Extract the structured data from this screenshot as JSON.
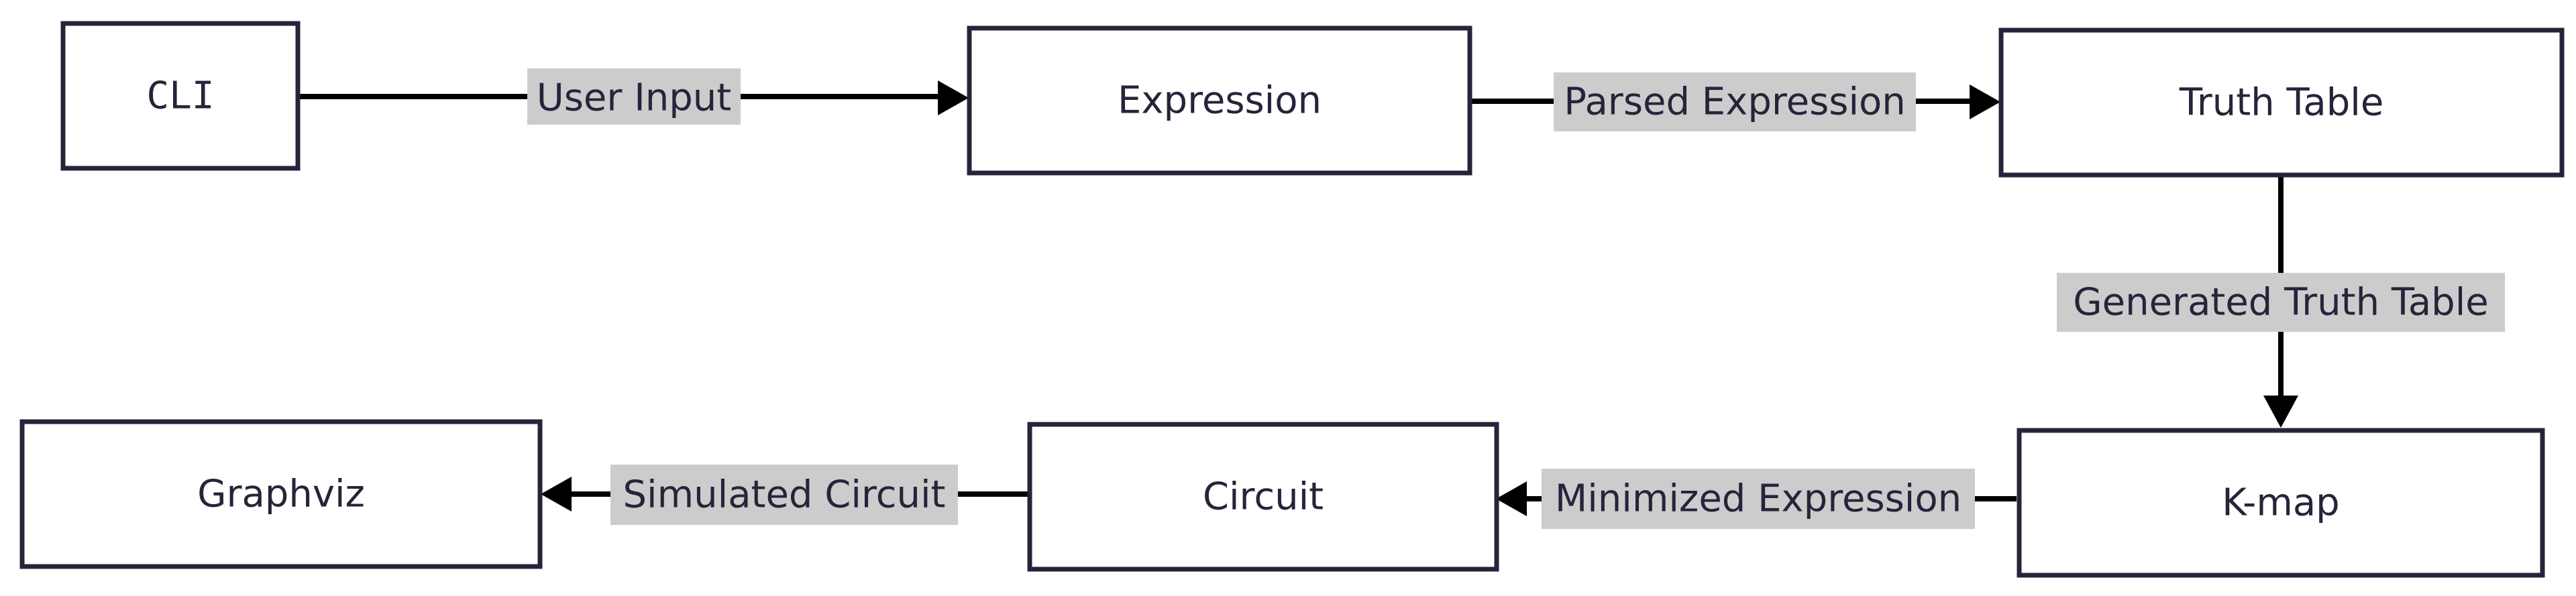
{
  "nodes": {
    "cli": "CLI",
    "expression": "Expression",
    "truth_table": "Truth Table",
    "kmap": "K-map",
    "circuit": "Circuit",
    "graphviz": "Graphviz"
  },
  "edges": {
    "user_input": "User Input",
    "parsed_expression": "Parsed Expression",
    "generated_truth_table": "Generated Truth Table",
    "minimized_expression": "Minimized Expression",
    "simulated_circuit": "Simulated Circuit"
  },
  "colors": {
    "node_border": "#26243a",
    "text": "#26243a",
    "edge": "#000000",
    "edge_label_bg": "#cccccc"
  }
}
